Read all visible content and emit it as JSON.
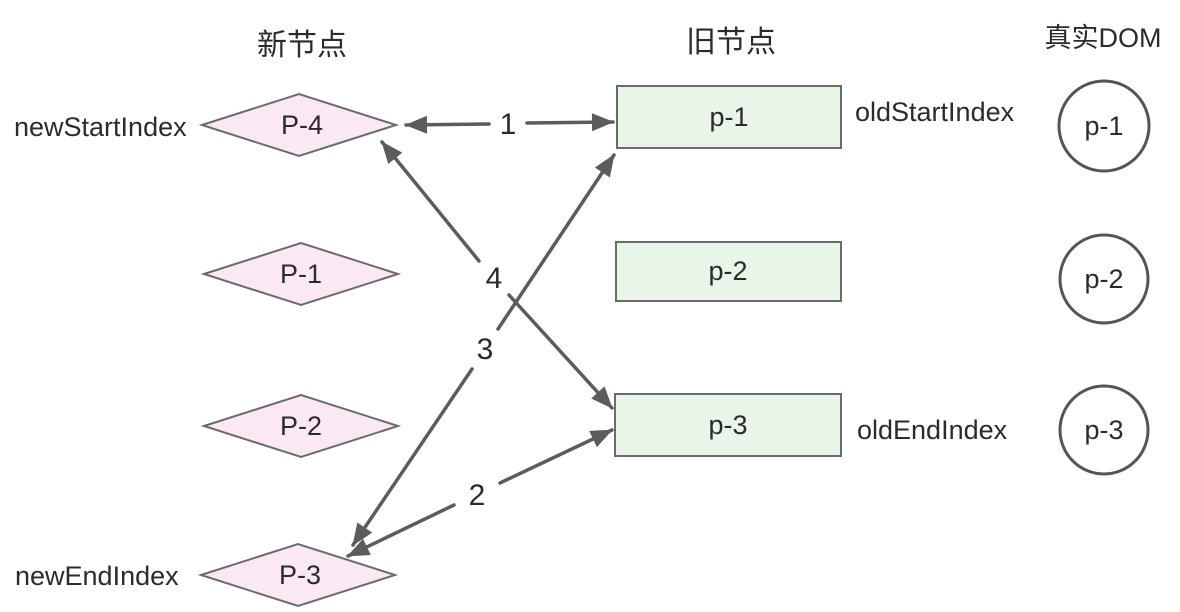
{
  "columns": {
    "new_header": "新节点",
    "old_header": "旧节点",
    "dom_header": "真实DOM"
  },
  "pointers": {
    "new_start": "newStartIndex",
    "new_end": "newEndIndex",
    "old_start": "oldStartIndex",
    "old_end": "oldEndIndex"
  },
  "new_nodes": [
    {
      "label": "P-4"
    },
    {
      "label": "P-1"
    },
    {
      "label": "P-2"
    },
    {
      "label": "P-3"
    }
  ],
  "old_nodes": [
    {
      "label": "p-1"
    },
    {
      "label": "p-2"
    },
    {
      "label": "p-3"
    }
  ],
  "dom_nodes": [
    {
      "label": "p-1"
    },
    {
      "label": "p-2"
    },
    {
      "label": "p-3"
    }
  ],
  "comparisons": [
    {
      "order": "1",
      "between": [
        "P-4",
        "p-1"
      ]
    },
    {
      "order": "2",
      "between": [
        "P-3",
        "p-3"
      ]
    },
    {
      "order": "3",
      "between": [
        "P-3",
        "p-1"
      ]
    },
    {
      "order": "4",
      "between": [
        "P-4",
        "p-3"
      ]
    }
  ],
  "colors": {
    "new_node_fill": "#fae8f3",
    "old_node_fill": "#e8f5e8",
    "shape_stroke": "#6b6b6b",
    "dom_circle_stroke": "#555555",
    "arrow": "#5c5c5c",
    "text": "#2b2b2b"
  }
}
